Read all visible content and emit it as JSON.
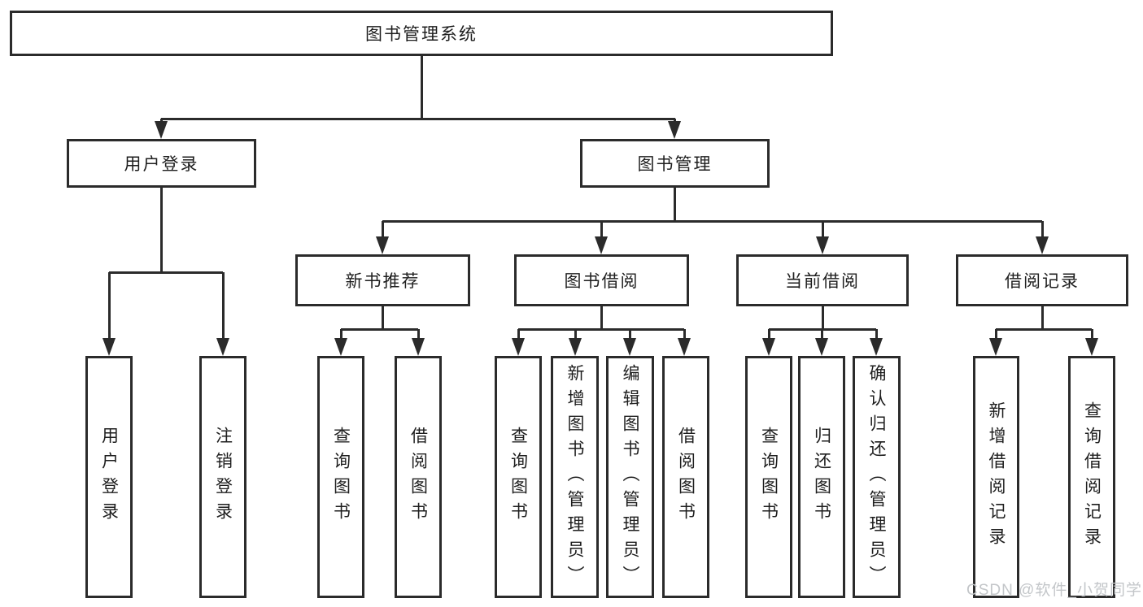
{
  "title": "图书管理系统",
  "watermark": "CSDN @软件_小贺同学",
  "colors": {
    "line": "#2b2b2b",
    "text": "#1e1e1e",
    "background": "#ffffff",
    "watermark": "#c3c6c9"
  },
  "nodes": {
    "root": {
      "label": "图书管理系统"
    },
    "user_login": {
      "label": "用户登录"
    },
    "book_mgmt": {
      "label": "图书管理"
    },
    "new_book_rec": {
      "label": "新书推荐"
    },
    "book_borrow": {
      "label": "图书借阅"
    },
    "current_borrow": {
      "label": "当前借阅"
    },
    "borrow_records": {
      "label": "借阅记录"
    },
    "login": {
      "label": "用户登录"
    },
    "logout": {
      "label": "注销登录"
    },
    "rec_query": {
      "label": "查询图书"
    },
    "rec_borrow": {
      "label": "借阅图书"
    },
    "bb_query": {
      "label": "查询图书"
    },
    "bb_add": {
      "label": "新增图书（管理员）"
    },
    "bb_edit": {
      "label": "编辑图书（管理员）"
    },
    "bb_borrow": {
      "label": "借阅图书"
    },
    "cb_query": {
      "label": "查询图书"
    },
    "cb_return": {
      "label": "归还图书"
    },
    "cb_confirm": {
      "label": "确认归还（管理员）"
    },
    "br_add": {
      "label": "新增借阅记录"
    },
    "br_query": {
      "label": "查询借阅记录"
    }
  },
  "hierarchy": {
    "node": "root",
    "children": [
      {
        "node": "user_login",
        "children": [
          {
            "node": "login"
          },
          {
            "node": "logout"
          }
        ]
      },
      {
        "node": "book_mgmt",
        "children": [
          {
            "node": "new_book_rec",
            "children": [
              {
                "node": "rec_query"
              },
              {
                "node": "rec_borrow"
              }
            ]
          },
          {
            "node": "book_borrow",
            "children": [
              {
                "node": "bb_query"
              },
              {
                "node": "bb_add"
              },
              {
                "node": "bb_edit"
              },
              {
                "node": "bb_borrow"
              }
            ]
          },
          {
            "node": "current_borrow",
            "children": [
              {
                "node": "cb_query"
              },
              {
                "node": "cb_return"
              },
              {
                "node": "cb_confirm"
              }
            ]
          },
          {
            "node": "borrow_records",
            "children": [
              {
                "node": "br_add"
              },
              {
                "node": "br_query"
              }
            ]
          }
        ]
      }
    ]
  }
}
